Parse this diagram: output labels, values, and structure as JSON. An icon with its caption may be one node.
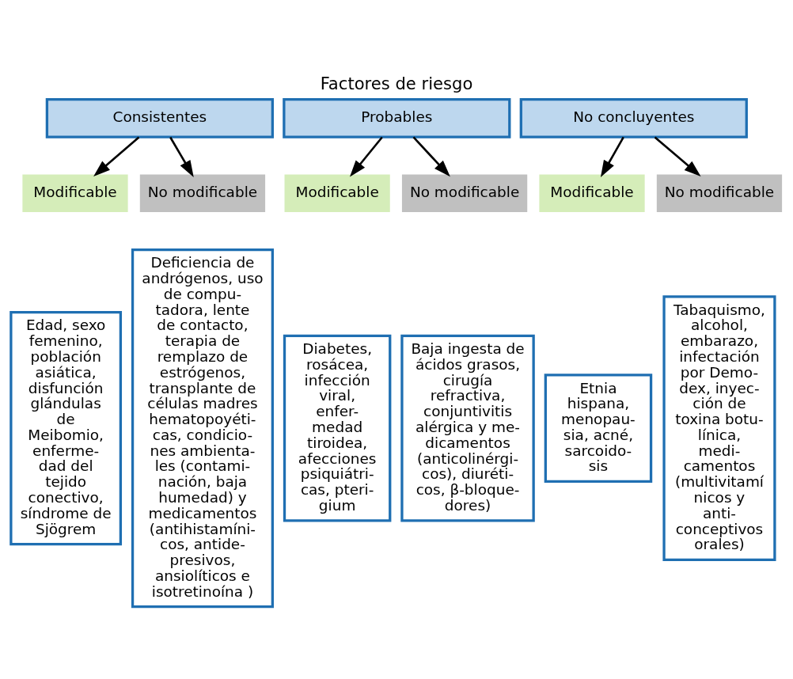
{
  "diagram": {
    "title": "Factores de riesgo",
    "nodes": [
      {
        "text": [
          "Consistentes"
        ]
      },
      {
        "text": [
          "Probables"
        ]
      },
      {
        "text": [
          "No concluyentes"
        ]
      },
      {
        "text": [
          "Modificable"
        ]
      },
      {
        "text": [
          "No modificable"
        ]
      },
      {
        "text": [
          "Modificable"
        ]
      },
      {
        "text": [
          "No modificable"
        ]
      },
      {
        "text": [
          "Modificable"
        ]
      },
      {
        "text": [
          "No modificable"
        ]
      },
      {
        "text": [
          "Edad, sexo femenino, población asiática, disfunción glándulas de Meibomio, enferme- dad del tejido conectivo, síndrome de Sjögrem"
        ]
      },
      {
        "text": [
          "Deficiencia de andrógenos, uso de compu- tadora, lente de contacto, terapia de remplazo de estrógenos, transplante de células madres hematopoyéti- cas, condicio- nes ambienta- les (contami- nación, baja humedad) y medicamentos (antihistamíni- cos, antide- presivos, ansiolíticos e isotretinoína )"
        ]
      },
      {
        "text": [
          "Diabetes, rosácea, infección viral, enfer- medad tiroidea, afecciones psiquiátri- cas, pteri- gium"
        ]
      },
      {
        "text": [
          "Baja ingesta de ácidos grasos, cirugía refractiva, conjuntivitis alérgica y me- dicamentos (anticolinérgi- cos), diuréti- cos, β-bloque- dores)"
        ]
      },
      {
        "text": [
          "Etnia hispana, menopau- sia, acné, sarcoido- sis"
        ]
      },
      {
        "text": [
          "Tabaquismo, alcohol, embarazo, infectación por Demo- dex, inyec- ción de toxina botu- línica, medi- camentos (multivitamí nicos y anti- conceptivos orales)"
        ]
      }
    ],
    "edges": [
      {
        "from": 0,
        "to": 3,
        "arrow": "to"
      },
      {
        "from": 0,
        "to": 4,
        "arrow": "to"
      },
      {
        "from": 1,
        "to": 5,
        "arrow": "to"
      },
      {
        "from": 1,
        "to": 6,
        "arrow": "to"
      },
      {
        "from": 2,
        "to": 7,
        "arrow": "to"
      },
      {
        "from": 2,
        "to": 8,
        "arrow": "to"
      }
    ]
  }
}
